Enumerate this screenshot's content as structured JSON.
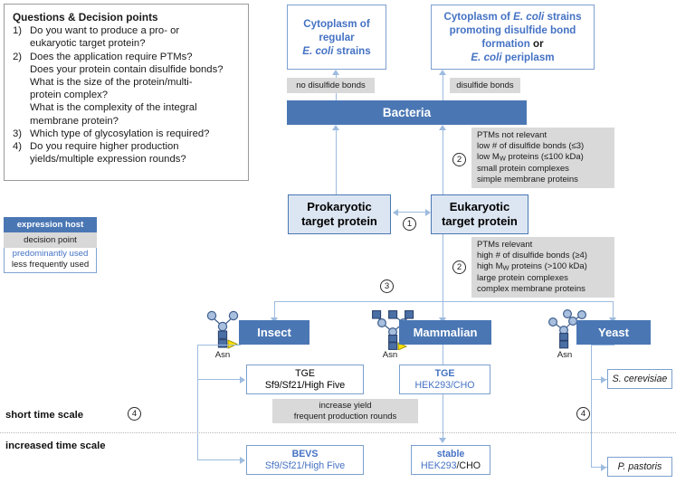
{
  "questions_panel": {
    "title": "Questions & Decision points",
    "items": [
      {
        "num": "1)",
        "lines": [
          "Do you want to produce a pro- or",
          "eukaryotic target protein?"
        ]
      },
      {
        "num": "2)",
        "lines": [
          "Does the application require PTMs?",
          "Does your protein contain disulfide bonds?",
          "What is the size of the protein/multi-",
          "protein complex?",
          " What is the complexity of the integral",
          " membrane protein?"
        ]
      },
      {
        "num": "3)",
        "lines": [
          "Which type of glycosylation is required?"
        ]
      },
      {
        "num": "4)",
        "lines": [
          "Do you require higher production",
          "yields/multiple expression rounds?"
        ]
      }
    ]
  },
  "legend": {
    "expression_host": "expression host",
    "decision_point": "decision point",
    "predominantly_used": "predominantly used",
    "less_frequently_used": "less frequently used",
    "colors": {
      "host_fill": "#4a77b4",
      "decision_fill": "#d9d9d9",
      "predominant_text": "#4472c4",
      "less_frequent_text": "#1a1a1a",
      "connector": "#9dbbdf"
    }
  },
  "top_boxes": {
    "left": {
      "line1": "Cytoplasm of",
      "line2": "regular",
      "line3_italic": "E. coli",
      "line3_rest": " strains"
    },
    "right": {
      "line1_pre": "Cytoplasm of ",
      "line1_italic": "E. coli",
      "line1_post": " strains",
      "line2": "promoting disulfide bond",
      "line3_pre": "formation ",
      "line3_bold_black": "or",
      "line4_italic": "E. coli",
      "line4_post": " periplasm"
    }
  },
  "edge_labels": {
    "no_disulfide": "no disulfide bonds",
    "disulfide": "disulfide bonds"
  },
  "bacteria_box": {
    "label": "Bacteria"
  },
  "target_boxes": {
    "prokaryotic": {
      "line1": "Prokaryotic",
      "line2": "target protein"
    },
    "eukaryotic": {
      "line1": "Eukaryotic",
      "line2": "target protein"
    }
  },
  "criteria_upper": {
    "lines": [
      "PTMs not relevant",
      "low # of disulfide bonds (≤3)",
      "low M_W proteins (≤100 kDa)",
      "small protein complexes",
      "simple membrane proteins"
    ],
    "line2_pre": "low M",
    "line2_sub": "W",
    "line2_post": " proteins (≤100 kDa)"
  },
  "criteria_lower": {
    "lines": [
      "PTMs relevant",
      "high # of disulfide bonds (≥4)",
      "high M_W proteins (>100 kDa)",
      "large protein complexes",
      "complex membrane proteins"
    ],
    "line2_pre": "high M",
    "line2_sub": "W",
    "line2_post": " proteins (>100 kDa)"
  },
  "decision_markers": {
    "one": "①",
    "two_upper": "2",
    "two_lower": "2",
    "three": "3",
    "four_insect": "4",
    "four_mammalian": "4",
    "four_yeast": "4",
    "one_label": "1"
  },
  "host_boxes": {
    "insect": "Insect",
    "mammalian": "Mammalian",
    "yeast": "Yeast"
  },
  "glycan_labels": {
    "asn": "Asn"
  },
  "sub_boxes": {
    "insect_tge": {
      "line1": "TGE",
      "line2": "Sf9/Sf21/High Five",
      "line1_color": "#1a1a1a",
      "line2_color": "#1a1a1a"
    },
    "mammalian_tge": {
      "line1": "TGE",
      "line2": "HEK293/CHO",
      "line1_color": "#4472c4",
      "line2_color": "#4472c4"
    },
    "yeast_sc": {
      "line1": "S. cerevisiae"
    },
    "insect_bevs": {
      "line1": "BEVS",
      "line2": "Sf9/Sf21/High Five",
      "line1_color": "#4472c4",
      "line2_color": "#4472c4"
    },
    "mammalian_stable": {
      "line1": "stable",
      "line2_blue": "HEK293",
      "line2_black": "/CHO",
      "line1_color": "#4472c4"
    },
    "yeast_pp": {
      "line1": "P. pastoris"
    }
  },
  "yield_note": {
    "line1": "increase yield",
    "line2": "frequent production rounds"
  },
  "time_scales": {
    "short": "short time scale",
    "increased": "increased time scale"
  }
}
